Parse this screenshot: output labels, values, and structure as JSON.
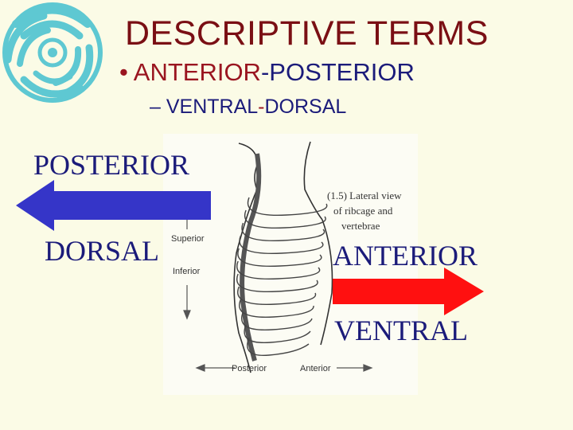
{
  "slide": {
    "title": "DESCRIPTIVE TERMS",
    "bullet_marker": "•",
    "bullet_part1": "ANTERIOR",
    "bullet_sep": "-",
    "bullet_part2": "POSTERIOR",
    "sub_marker": "–",
    "sub_part1": "VENTRAL",
    "sub_sep": "-",
    "sub_part2": "DORSAL"
  },
  "labels": {
    "posterior": "POSTERIOR",
    "dorsal": "DORSAL",
    "anterior": "ANTERIOR",
    "ventral": "VENTRAL"
  },
  "figure": {
    "caption_line1": "(1.5) Lateral view",
    "caption_line2": "of ribcage and",
    "caption_line3": "vertebrae",
    "superior": "Superior",
    "inferior": "Inferior",
    "posterior": "Posterior",
    "anterior": "Anterior"
  },
  "colors": {
    "background": "#fbfbe6",
    "title": "#7a0f14",
    "text_blue": "#1b1b7a",
    "arrow_left": "#3535c8",
    "arrow_right": "#ff1010",
    "logo": "#5ec8d2"
  },
  "icons": {
    "logo": "swirl-logo-icon",
    "left_arrow": "arrow-left-icon",
    "right_arrow": "arrow-right-icon"
  }
}
